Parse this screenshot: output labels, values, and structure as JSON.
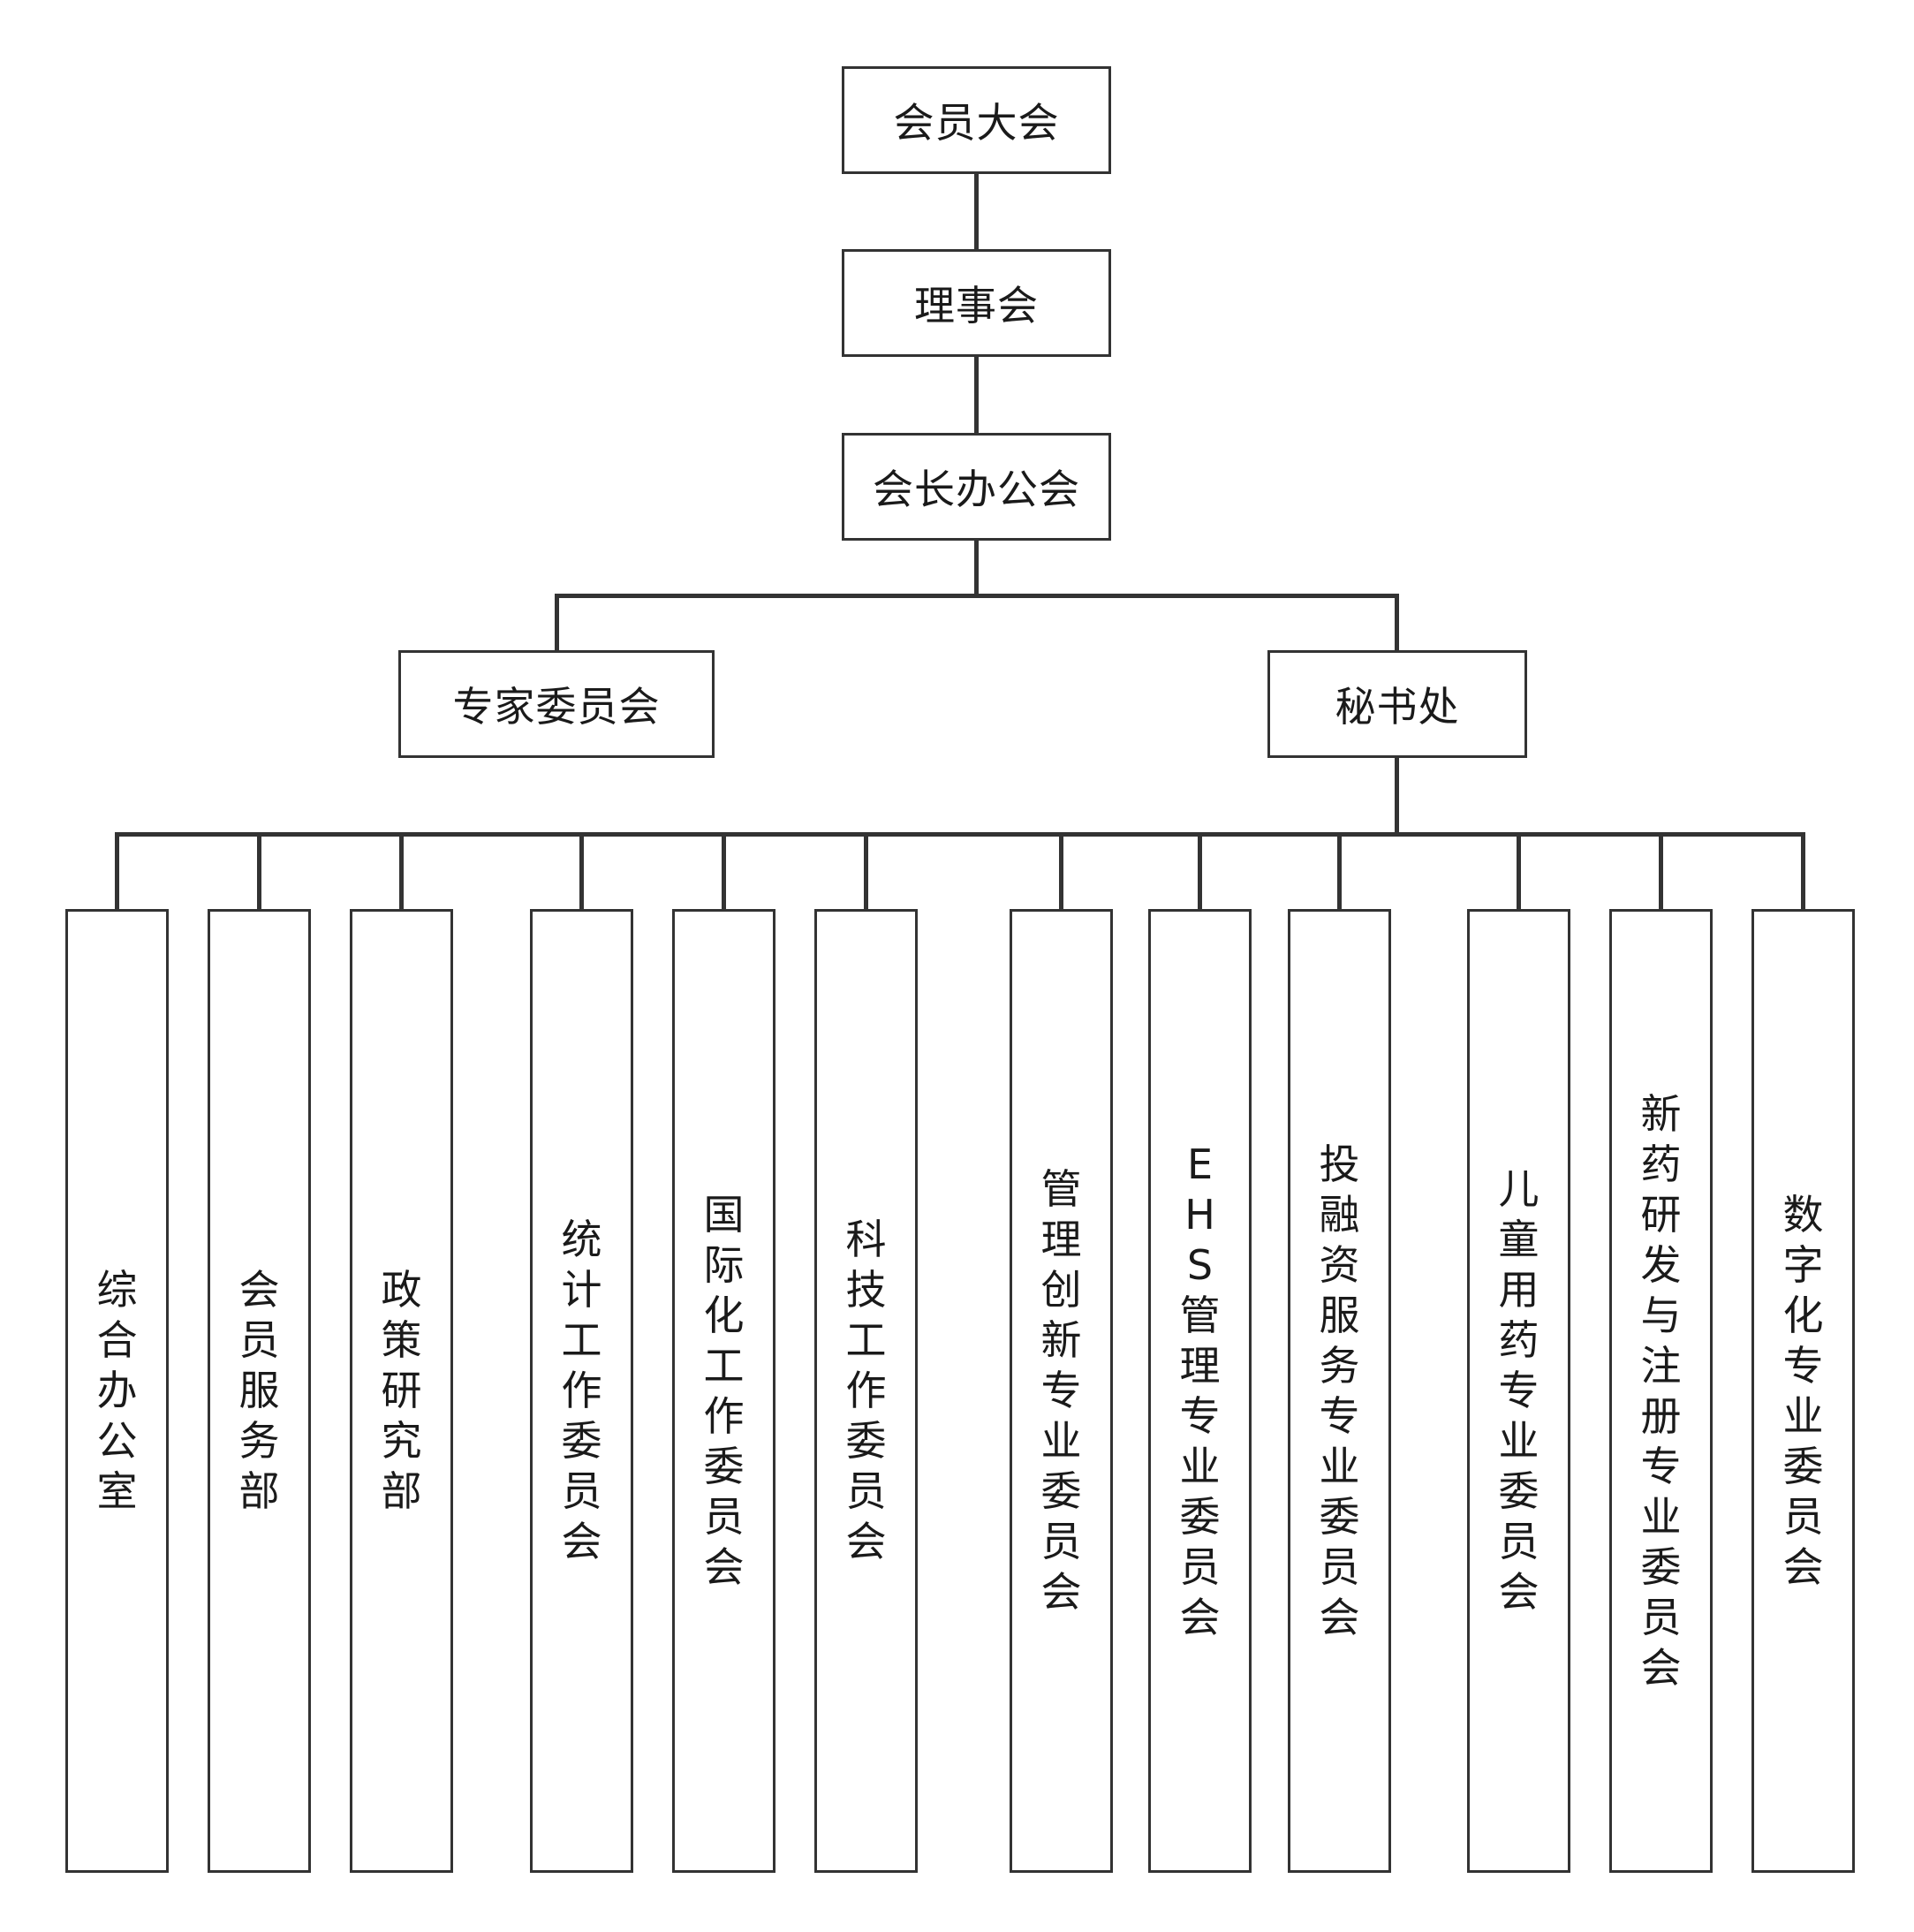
{
  "levels": {
    "general_assembly": "会员大会",
    "council": "理事会",
    "president_office": "会长办公会"
  },
  "branches": {
    "expert_committee": "专家委员会",
    "secretariat": "秘书处"
  },
  "departments": [
    "综合办公室",
    "会员服务部",
    "政策研究部",
    "统计工作委员会",
    "国际化工作委员会",
    "科技工作委员会",
    "管理创新专业委员会",
    "EHS管理专业委员会",
    "投融资服务专业委员会",
    "儿童用药专业委员会",
    "新药研发与注册专业委员会",
    "数字化专业委员会"
  ],
  "colors": {
    "line": "#333333",
    "box_fill": "#ffffff",
    "text": "#1a1a1a"
  }
}
